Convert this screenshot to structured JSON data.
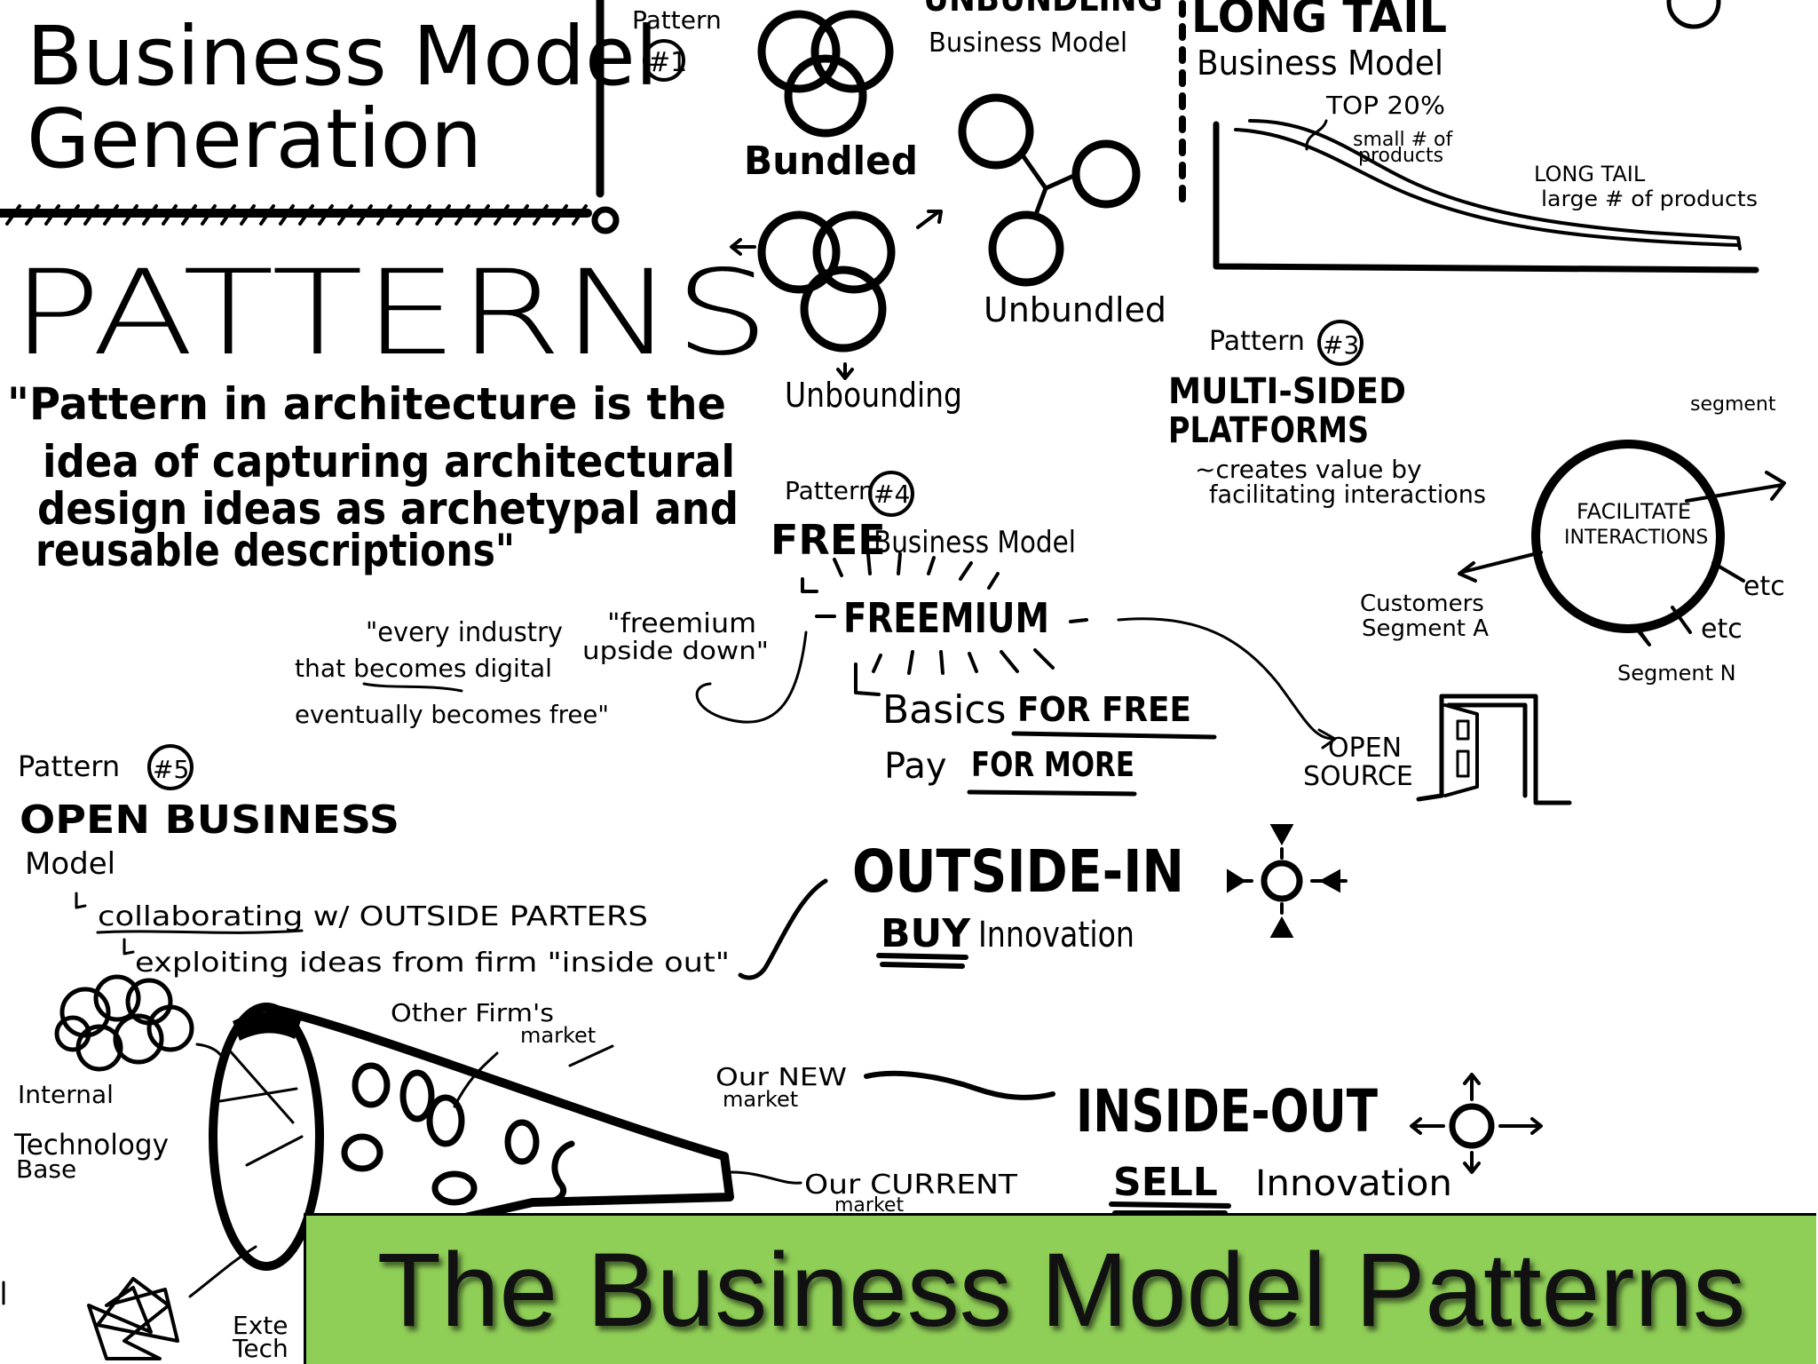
{
  "header": {
    "title_line1": "Business Model",
    "title_line2": "Generation"
  },
  "patterns": {
    "heading": "PATTERNS",
    "quote": [
      "\"Pattern in architecture is the",
      "idea of capturing architectural",
      "design ideas as archetypal and",
      "reusable descriptions\""
    ]
  },
  "pattern1": {
    "label_line1": "Pattern",
    "label_line2": "#1",
    "title": "UNBUNDLING",
    "subtitle": "Business Model",
    "bundled": "Bundled",
    "unbundled": "Unbundled",
    "unbounding": "Unbounding"
  },
  "pattern2": {
    "title": "LONG TAIL",
    "subtitle": "Business Model",
    "top": "TOP 20%",
    "small_line1": "small # of",
    "small_line2": "products",
    "longtail_line1": "LONG TAIL",
    "longtail_line2": "large # of products"
  },
  "pattern3": {
    "label": "Pattern",
    "number": "#3",
    "title_line1": "MULTI-SIDED",
    "title_line2": "PLATFORMS",
    "desc_line1": "~creates value by",
    "desc_line2": "facilitating interactions",
    "circle_line1": "FACILITATE",
    "circle_line2": "INTERACTIONS",
    "segment_top": "segment",
    "customer_line1": "Customers",
    "customer_line2": "Segment A",
    "etc1": "etc",
    "etc2": "etc",
    "segment_n": "Segment N"
  },
  "pattern4": {
    "label": "Pattern",
    "number": "#4",
    "free": "FREE",
    "subtitle": "Business Model",
    "freemium": "FREEMIUM",
    "quote1_line1": "\"every industry",
    "quote1_line2": "that becomes digital",
    "quote1_line3": "eventually becomes free\"",
    "quote2_line1": "\"freemium",
    "quote2_line2": "upside down\"",
    "basics": "Basics",
    "for_free": "FOR FREE",
    "pay": "Pay",
    "for_more": "FOR MORE",
    "open_line1": "OPEN",
    "open_line2": "SOURCE"
  },
  "pattern5": {
    "label": "Pattern",
    "number": "#5",
    "title": "OPEN BUSINESS",
    "subtitle": "Model",
    "line1": "collaborating w/ OUTSIDE PARTERS",
    "line2": "exploiting ideas from firm \"inside out\"",
    "outside_in": "OUTSIDE-IN",
    "buy": "BUY",
    "buy_rest": "Innovation",
    "inside_out": "INSIDE-OUT",
    "sell": "SELL",
    "sell_rest": "Innovation",
    "other_firm_line1": "Other Firm's",
    "other_firm_line2": "market",
    "new_market_line1": "Our NEW",
    "new_market_line2": "market",
    "current_market_line1": "Our CURRENT",
    "current_market_line2": "market",
    "internal_line1": "Internal",
    "internal_line2": "Technology",
    "internal_line3": "Base",
    "external_line1": "Exte",
    "external_line2": "Tech"
  },
  "banner": {
    "title": "The Business Model Patterns",
    "color": "#8fce57"
  }
}
